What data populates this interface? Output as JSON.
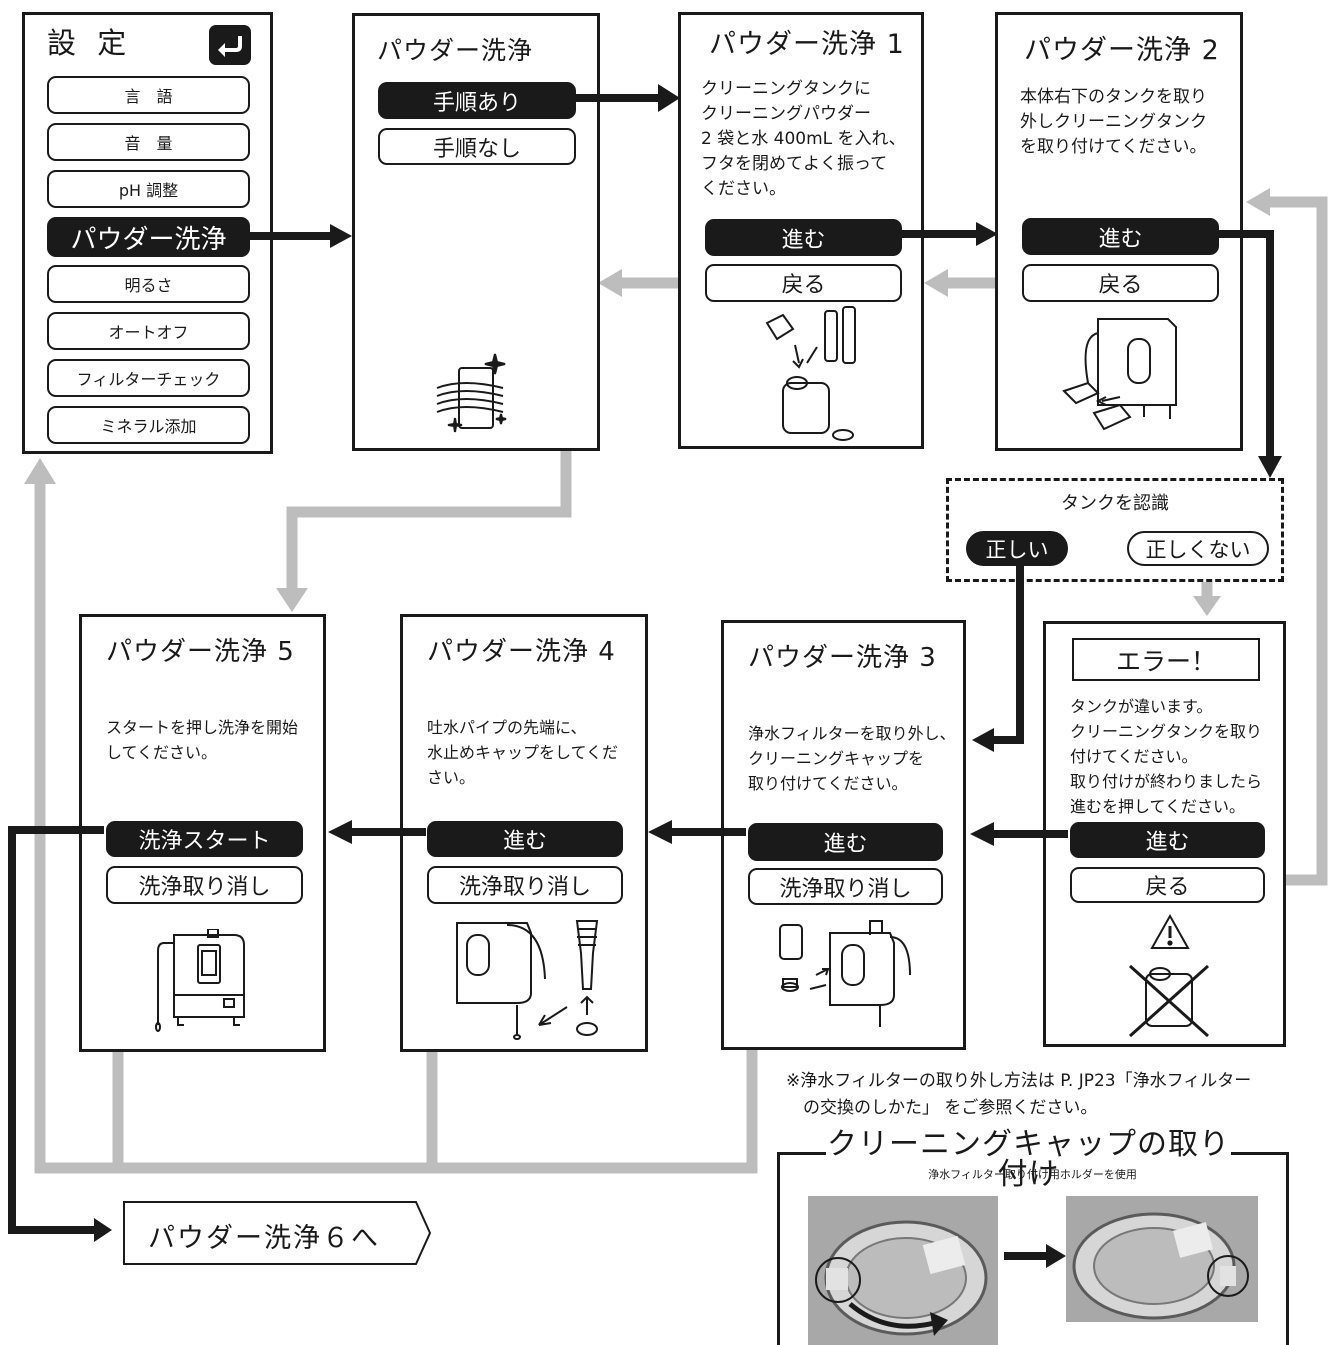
{
  "settings": {
    "title": "設 定",
    "back_icon": "return-arrow-icon",
    "menu": [
      "言　語",
      "音　量",
      "pH 調整",
      "パウダー洗浄",
      "明るさ",
      "オートオフ",
      "フィルターチェック",
      "ミネラル添加"
    ],
    "selected": "パウダー洗浄"
  },
  "screen_powder": {
    "title": "パウダー洗浄",
    "btn_with_steps": "手順あり",
    "btn_no_steps": "手順なし"
  },
  "screen1": {
    "title": "パウダー洗浄 1",
    "body": "クリーニングタンクに\nクリーニングパウダー\n2 袋と水 400mL を入れ、\nフタを閉めてよく振って\nください。",
    "next": "進む",
    "back": "戻る"
  },
  "screen2": {
    "title": "パウダー洗浄 2",
    "body": "本体右下のタンクを取り\n外しクリーニングタンク\nを取り付けてください。",
    "next": "進む",
    "back": "戻る"
  },
  "tank_check": {
    "label": "タンクを認識",
    "correct": "正しい",
    "incorrect": "正しくない"
  },
  "error": {
    "title": "エラー！",
    "body": "タンクが違います。\nクリーニングタンクを取り\n付けてください。\n取り付けが終わりましたら\n進むを押してください。",
    "next": "進む",
    "back": "戻る"
  },
  "screen3": {
    "title": "パウダー洗浄 3",
    "body": "浄水フィルターを取り外し、\nクリーニングキャップを\n取り付けてください。",
    "next": "進む",
    "cancel": "洗浄取り消し"
  },
  "screen4": {
    "title": "パウダー洗浄 4",
    "body": "吐水パイプの先端に、\n水止めキャップをしてくだ\nさい。",
    "next": "進む",
    "cancel": "洗浄取り消し"
  },
  "screen5": {
    "title": "パウダー洗浄 5",
    "body": "スタートを押し洗浄を開始\nしてください。",
    "start": "洗浄スタート",
    "cancel": "洗浄取り消し"
  },
  "next_step": "パウダー洗浄６へ",
  "note": "※浄水フィルターの取り外し方法は P. JP23「浄水フィルター\n　の交換のしかた」 をご参照ください。",
  "cap_section": {
    "title": "クリーニングキャップの取り付け",
    "subtitle": "浄水フィルター取り付け用ホルダーを使用"
  },
  "colors": {
    "dark": "#1a1a1a",
    "gray_line": "#bdbdbd",
    "photo": "#a8a8a8"
  }
}
